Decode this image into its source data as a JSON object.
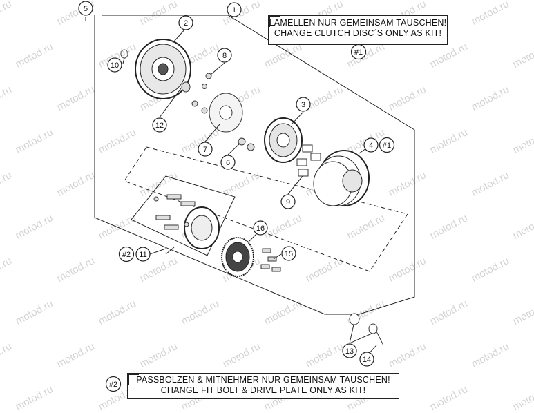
{
  "watermark": "motod.ru",
  "callouts": [
    "1",
    "2",
    "3",
    "4",
    "5",
    "6",
    "7",
    "8",
    "9",
    "10",
    "11",
    "12",
    "13",
    "14",
    "15",
    "16"
  ],
  "kit_tags": {
    "kit1": "#1",
    "kit2": "#2"
  },
  "notes": {
    "clutch_discs": {
      "line_de": "LAMELLEN NUR GEMEINSAM TAUSCHEN!",
      "line_en": "CHANGE CLUTCH DISC´S ONLY AS KIT!",
      "tag": "#1"
    },
    "fit_bolt": {
      "tag": "#2",
      "line_de": "PASSBOLZEN & MITNEHMER NUR GEMEINSAM TAUSCHEN!",
      "line_en": "CHANGE FIT BOLT & DRIVE PLATE ONLY AS KIT!"
    }
  }
}
